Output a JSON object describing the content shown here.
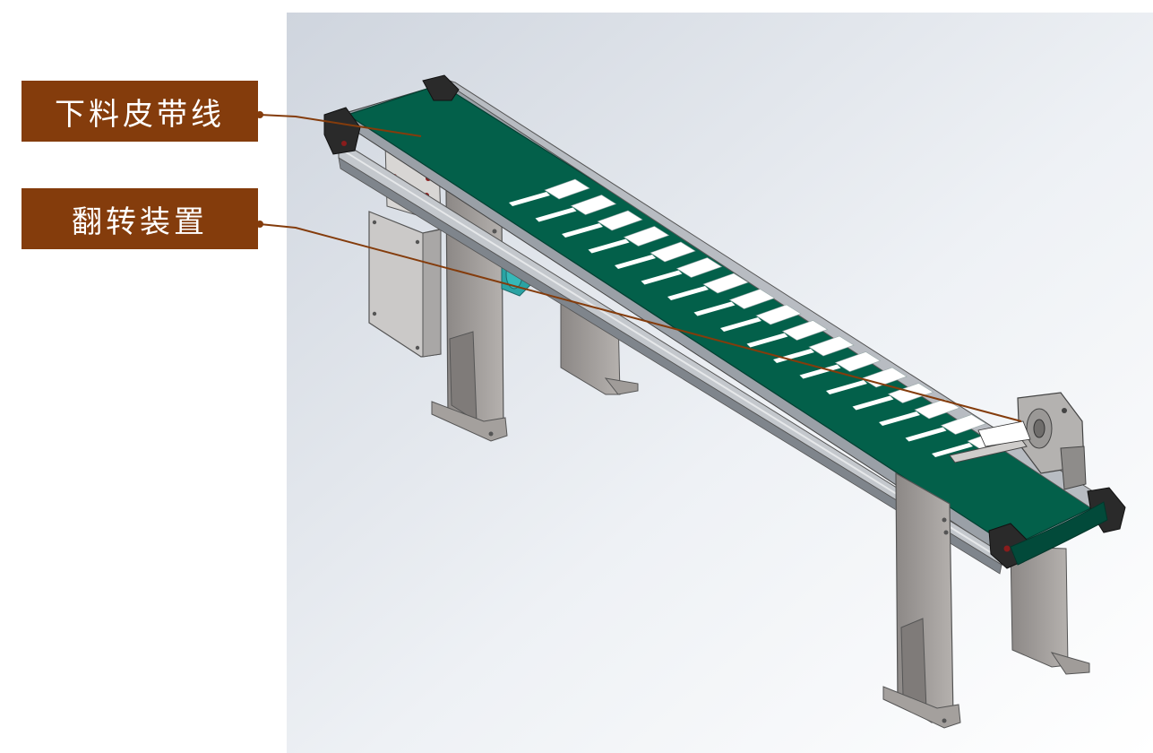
{
  "callouts": {
    "belt_label": "下料皮带线",
    "flip_label": "翻转装置"
  },
  "colors": {
    "label_bg": "#843c0c",
    "label_text": "#ffffff",
    "belt": "#03604a",
    "frame_rail": "#b8bcc2",
    "leg": "#9e9a98",
    "motor": "#2aa3a3",
    "product": "#ffffff"
  },
  "product_count": 17
}
